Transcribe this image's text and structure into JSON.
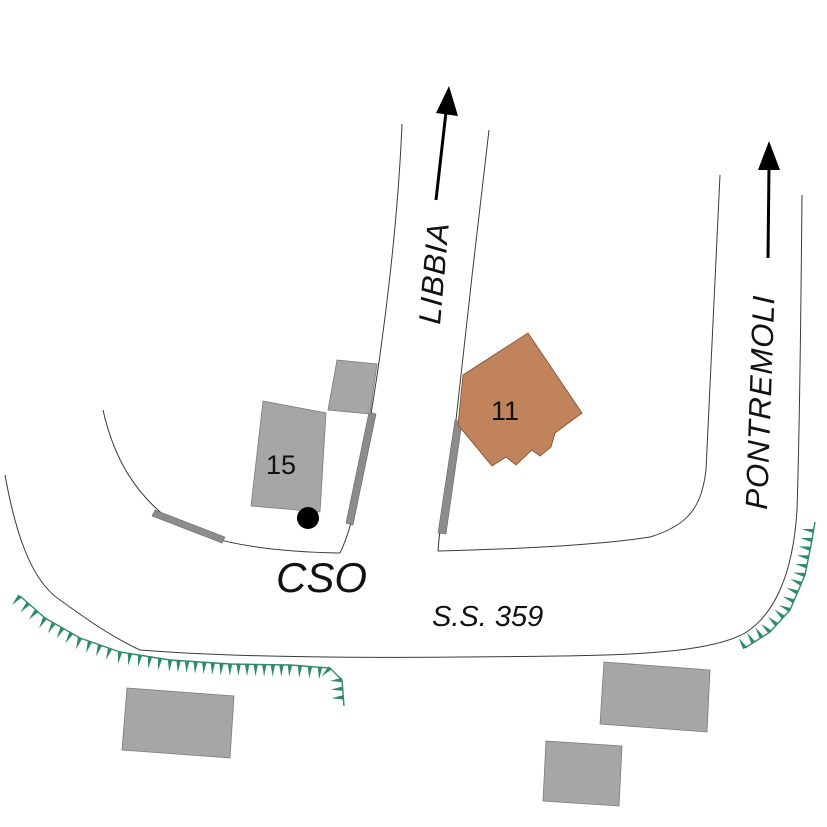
{
  "labels": {
    "street_libbia": "LIBBIA",
    "street_pontremoli": "PONTREMOLI",
    "highway": "S.S. 359",
    "cso": "CSO",
    "building_15": "15",
    "building_11": "11"
  },
  "colors": {
    "building_highlight": "#c0835c",
    "building_grey": "#a6a6a6",
    "embankment": "#2e8b6a",
    "marker": "#000000"
  }
}
